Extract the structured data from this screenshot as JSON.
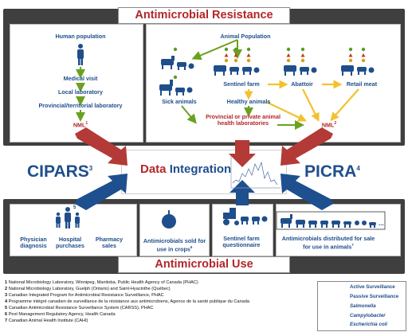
{
  "title_top": "Antimicrobial Resistance",
  "title_bottom": "Antimicrobial Use",
  "human_panel": {
    "population": "Human population",
    "medical_visit": "Medical visit",
    "local_lab": "Local laboratory",
    "prov_lab": "Provincial/territorial laboratory",
    "nml": "NML",
    "nml_sup": "1"
  },
  "animal_panel": {
    "population": "Animal Population",
    "sentinel_farm": "Sentinel farm",
    "abattoir": "Abattoir",
    "retail_meat": "Retail meat",
    "sick_animals": "Sick animals",
    "healthy_animals": "Healthy animals",
    "prov_labs": "Provincial or private animal health laboratories",
    "nml": "NML",
    "nml_sup": "2"
  },
  "center": {
    "cipars": "CIPARS",
    "cipars_sup": "3",
    "picra": "PICRA",
    "picra_sup": "4",
    "data": "Data",
    "integration": "Integration"
  },
  "use_panels": {
    "human_sup": "5",
    "physician": "Physician diagnosis",
    "hospital": "Hospital purchases",
    "pharmacy": "Pharmacy sales",
    "crops": "Antimicrobials sold for use in crops",
    "crops_sup": "6",
    "sentinel_q": "Sentinel farm questionnaire",
    "animals_dist": "Antimicrobials distributed for sale for use in animals",
    "animals_sup": "7",
    "ellipsis": "..."
  },
  "footnotes": [
    {
      "n": "1",
      "text": "National Microbiology Laboratory, Winnipeg, Manitoba, Public Health Agency of Canada (PHAC)"
    },
    {
      "n": "2",
      "text": "National Microbiology Laboratory, Guelph (Ontario) and Saint-Hyacinthe (Québec)"
    },
    {
      "n": "3",
      "text": "Canadian Integrated Program for Antimicrobial Resistance Surveillance, PHAC"
    },
    {
      "n": "4",
      "text": "Programme intégré canadien de surveillance de la résistance aux antimicrobiens, Agence de la santé publique du Canada"
    },
    {
      "n": "5",
      "text": "Canadian Antimicrobial Resistance Surveillance System (CARSS), PHAC"
    },
    {
      "n": "6",
      "text": "Pest Management Regulatory Agency, Health Canada"
    },
    {
      "n": "7",
      "text": "Canadian Animal Health Institute (CAHI)"
    }
  ],
  "legend": {
    "active": "Active Surveillance",
    "passive": "Passive Surveillance",
    "salmonella": "Salmonella",
    "campylobacter": "Campylobacter",
    "ecoli": "Escherichia coli"
  },
  "colors": {
    "title_red": "#b3262a",
    "label_blue": "#1f4e8c",
    "arrow_yellow": "#f2c12e",
    "arrow_green": "#6aa121",
    "big_red_arrow": "#b33a36",
    "big_blue_arrow": "#1e4f8f",
    "frame_gray": "#3f3f3f",
    "salmonella_green": "#5c9a2a",
    "campylobacter_red": "#c0392b",
    "ecoli_yellow": "#d4a30c"
  }
}
